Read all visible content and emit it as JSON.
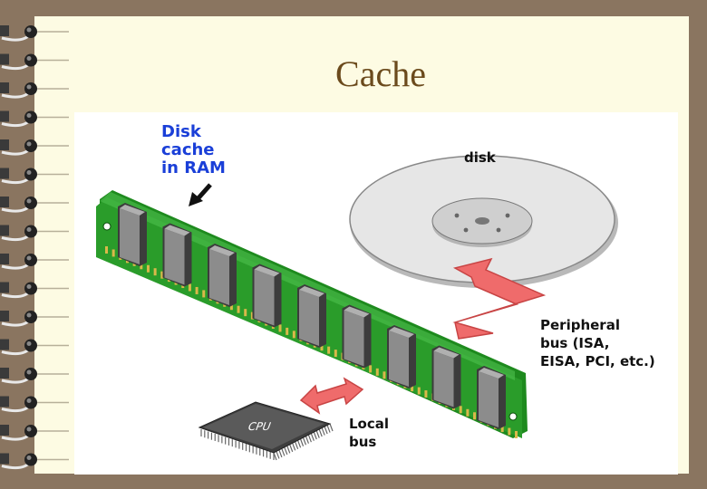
{
  "slide": {
    "title": "Cache",
    "colors": {
      "background": "#8a7560",
      "paper": "#fdfbe3",
      "title": "#6b4a1c",
      "ram_board": "#2a9c2a",
      "arrow": "#ef6b6b",
      "label_blue": "#1a3fd8"
    }
  },
  "diagram": {
    "disk_cache_label": [
      "Disk",
      "cache",
      "in RAM"
    ],
    "disk_label": "disk",
    "peripheral_bus_label": [
      "Peripheral",
      "bus (ISA,",
      "EISA, PCI, etc.)"
    ],
    "local_bus_label": [
      "Local",
      "bus"
    ],
    "cpu_label": "CPU",
    "icons": [
      "binder-rings",
      "ram-module",
      "hard-disk",
      "cpu-chip",
      "double-arrow-pointer",
      "double-arrow"
    ]
  }
}
